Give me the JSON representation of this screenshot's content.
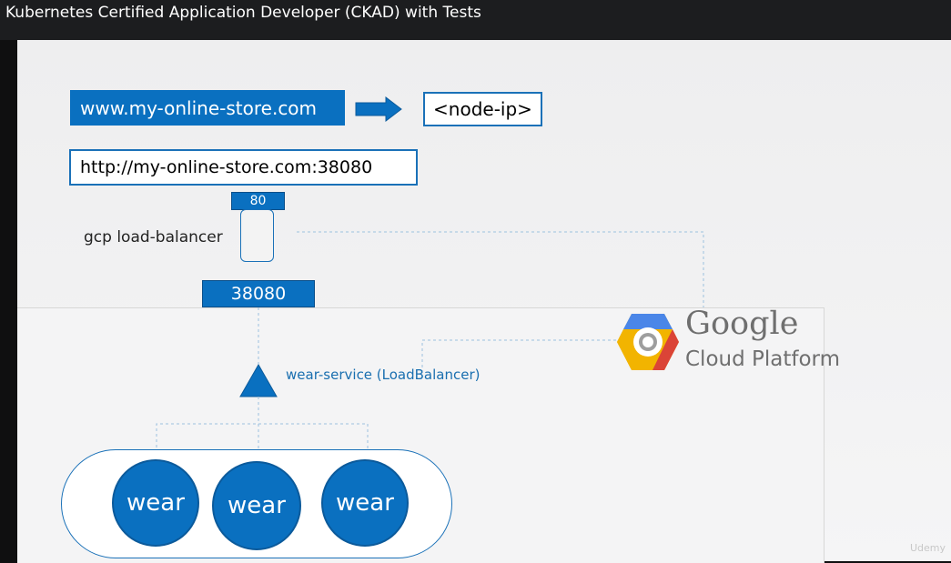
{
  "window": {
    "title": "Kubernetes Certified Application Developer (CKAD) with Tests"
  },
  "diagram": {
    "domain_url": "www.my-online-store.com",
    "node_ip": "<node-ip>",
    "port_url": "http://my-online-store.com:38080",
    "lb_port": "80",
    "lb_label": "gcp load-balancer",
    "node_port": "38080",
    "service_label": "wear-service (LoadBalancer)",
    "pods": [
      "wear",
      "wear",
      "wear"
    ],
    "gcp_logo": {
      "line1": "Google",
      "line2": "Cloud Platform"
    }
  },
  "watermark": "Udemy",
  "colors": {
    "accent_blue": "#0a70c0",
    "border_blue": "#1a71b8",
    "gcp_text": "#6f6f6f"
  }
}
